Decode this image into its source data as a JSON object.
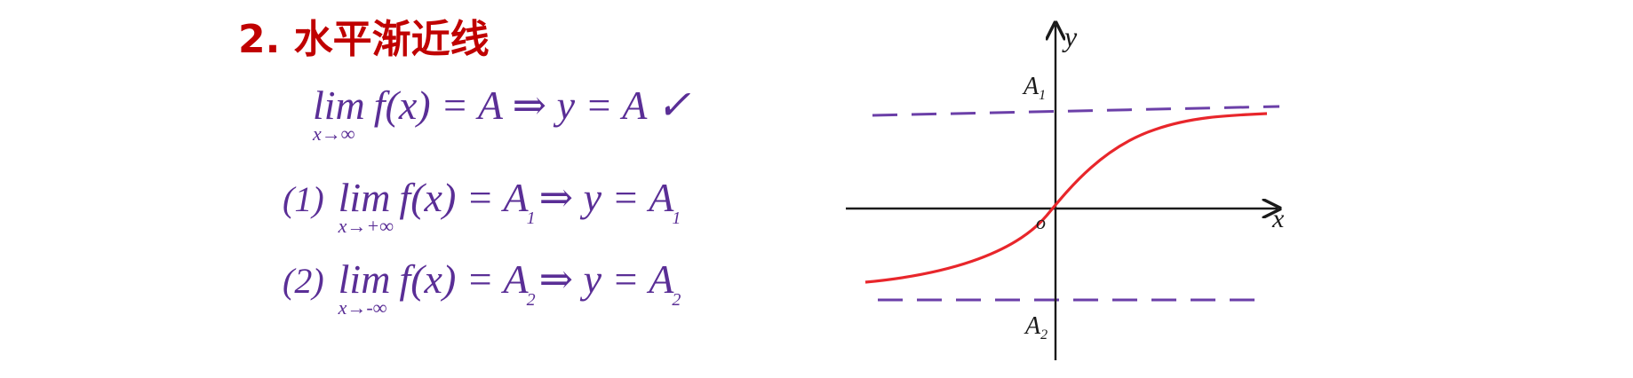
{
  "heading": "2. 水平渐近线",
  "formulas": {
    "general": {
      "lim": "lim",
      "under": "x→∞",
      "expr": "f(x) = A ⇒ y = A ✓"
    },
    "one": {
      "index": "(1)",
      "lim": "lim",
      "under": "x→+∞",
      "expr_left": "f(x) = A",
      "expr_left_sub": "1",
      "expr_right": " ⇒ y = A",
      "expr_right_sub": "1"
    },
    "two": {
      "index": "(2)",
      "lim": "lim",
      "under": "x→-∞",
      "expr_left": "f(x) = A",
      "expr_left_sub": "2",
      "expr_right": " ⇒ y = A",
      "expr_right_sub": "2"
    }
  },
  "graph": {
    "x_label": "x",
    "y_label": "y",
    "origin_label": "o",
    "upper_asymptote_label": "A",
    "upper_asymptote_sub": "1",
    "lower_asymptote_label": "A",
    "lower_asymptote_sub": "2",
    "axis_color": "#1a1a1a",
    "curve_color": "#e8262b",
    "asymptote_color": "#6b3fa8"
  }
}
